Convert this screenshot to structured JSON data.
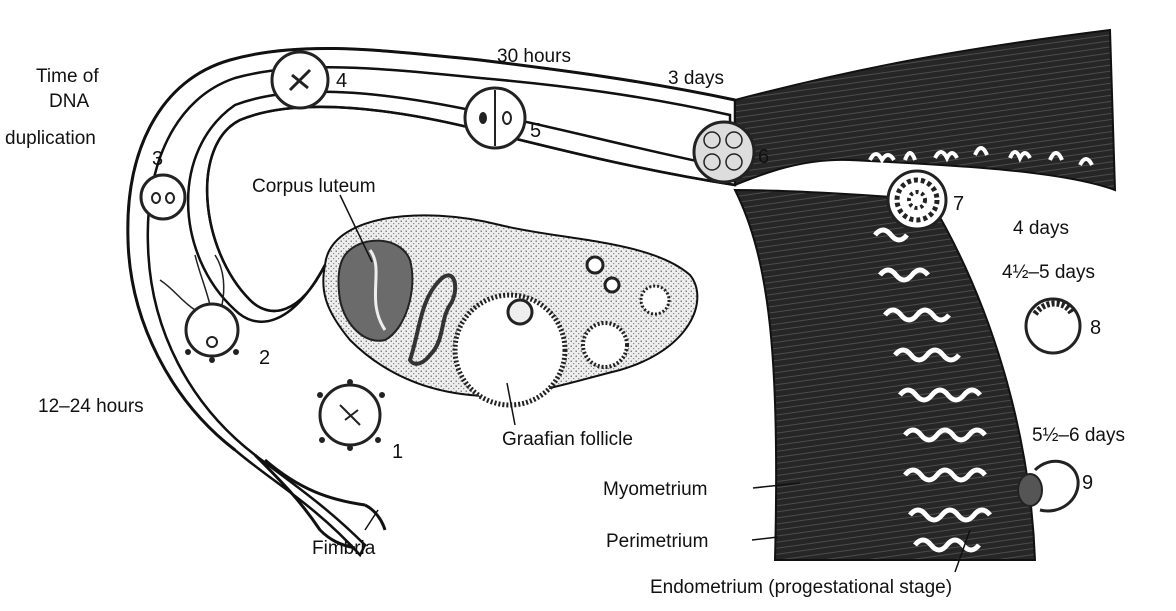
{
  "labels": {
    "time_of": "Time of",
    "dna": "DNA",
    "duplication": "duplication",
    "thirty_hours": "30 hours",
    "three_days": "3 days",
    "four_days": "4 days",
    "four_half_five_days": "4½–5 days",
    "five_half_six_days": "5½–6 days",
    "twelve_24_hours": "12–24 hours",
    "corpus_luteum": "Corpus luteum",
    "graafian_follicle": "Graafian follicle",
    "myometrium": "Myometrium",
    "perimetrium": "Perimetrium",
    "endometrium": "Endometrium (progestational stage)",
    "fimbria": "Fimbria"
  },
  "stages": [
    "1",
    "2",
    "3",
    "4",
    "5",
    "6",
    "7",
    "8",
    "9"
  ],
  "colors": {
    "ink": "#111111",
    "tissue": "#2e2e2e",
    "stipple": "#e9e9e9",
    "background": "#ffffff"
  }
}
